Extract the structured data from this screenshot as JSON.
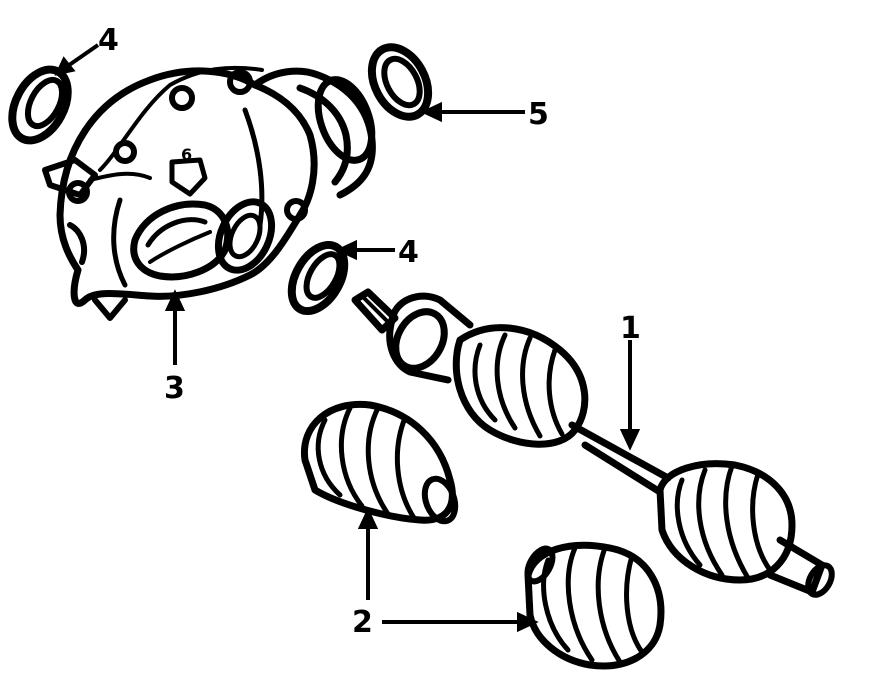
{
  "callouts": {
    "shaft": "1",
    "boot": "2",
    "housing": "3",
    "seal_top_left": "4",
    "seal_middle": "4",
    "seal_right": "5",
    "housing_mark": "6"
  },
  "colors": {
    "ink": "#000000",
    "paper": "#ffffff"
  }
}
